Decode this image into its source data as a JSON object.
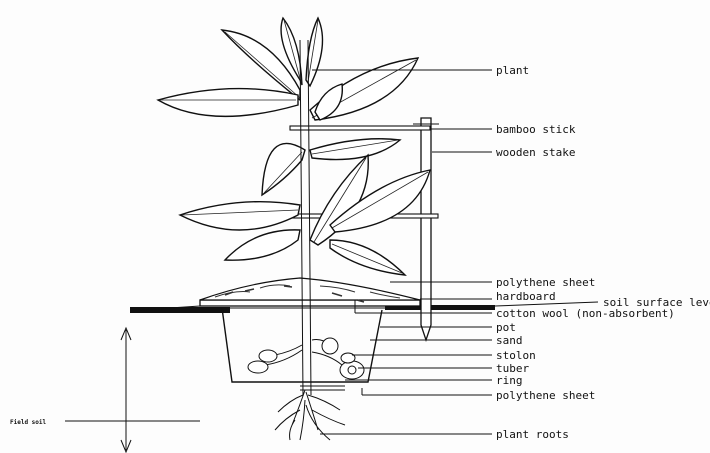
{
  "diagram": {
    "labels": {
      "plant": "plant",
      "bamboo_stick": "bamboo stick",
      "wooden_stake": "wooden stake",
      "polythene_sheet_top": "polythene sheet",
      "hardboard": "hardboard",
      "soil_surface_level": "soil surface level",
      "cotton_wool": "cotton wool (non-absorbent)",
      "pot": "pot",
      "sand": "sand",
      "stolon": "stolon",
      "tuber": "tuber",
      "ring": "ring",
      "polythene_sheet_bottom": "polythene sheet",
      "plant_roots": "plant roots",
      "field_soil": "Field soil"
    }
  }
}
